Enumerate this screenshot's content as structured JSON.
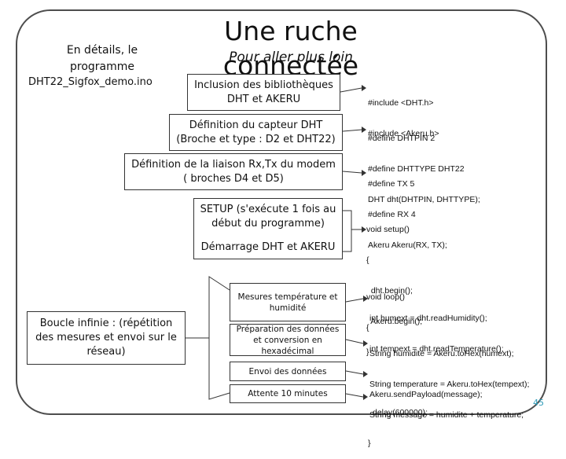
{
  "title": "Une ruche connectée",
  "subtitle": "Pour aller plus loin",
  "details_title": "En détails, le programme",
  "filename": "DHT22_Sigfox_demo.ino",
  "page_number": "45",
  "sections": {
    "libs": {
      "label": "Inclusion des bibliothèques DHT et AKERU",
      "code": [
        "#include <DHT.h>",
        "#include <Akeru.h>"
      ]
    },
    "sensor": {
      "label": "Définition du capteur DHT (Broche et type : D2 et DHT22)",
      "code": [
        "#define DHTPIN 2",
        "#define DHTTYPE DHT22",
        "DHT dht(DHTPIN, DHTTYPE);"
      ]
    },
    "serial": {
      "label": "Définition de la liaison Rx,Tx du modem ( broches D4 et D5)",
      "code": [
        "#define TX 5",
        "#define RX 4",
        "Akeru Akeru(RX, TX);"
      ]
    },
    "setup": {
      "label": "SETUP (s'exécute 1 fois au début du programme)",
      "start_label": "Démarrage DHT et AKERU",
      "code": [
        "void setup()",
        "{",
        "  dht.begin();",
        "  Akeru.begin();",
        "}"
      ]
    },
    "loop": {
      "label": "Boucle infinie : (répétition des mesures et envoi sur le réseau)",
      "code_head": [
        "void loop()",
        "{"
      ],
      "steps": [
        {
          "label": "Mesures température et humidité",
          "code": [
            "int humext = dht.readHumidity();",
            "int tempext = dht.readTemperature();"
          ]
        },
        {
          "label": "Préparation des données et conversion en hexadécimal",
          "code": [
            "String humidite = Akeru.toHex(humext);",
            "String temperature = Akeru.toHex(tempext);",
            "String message = humidite + temperature;"
          ]
        },
        {
          "label": "Envoi des données",
          "code": [
            "Akeru.sendPayload(message);"
          ]
        },
        {
          "label": "Attente 10 minutes",
          "code": [
            "delay(600000);",
            "}"
          ]
        }
      ]
    }
  }
}
